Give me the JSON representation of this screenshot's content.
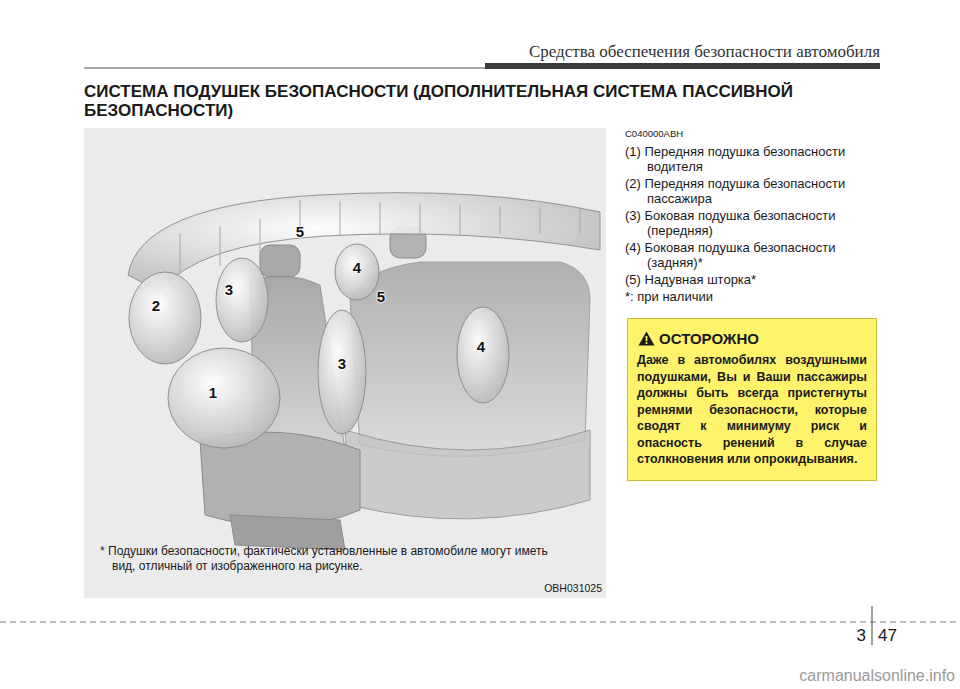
{
  "diagram": {
    "title": "СИСТЕМА ПОДУШЕК БЕЗОПАСНОСТИ (ДОПОЛНИТЕЛЬНАЯ СИСТЕМА ПАССИВНОЙ БЕЗОПАСНОСТИ)",
    "nodes": [
      {
        "text": [
          "* Подушки безопасности, фактически установленные в автомобиле могут иметь вид, отличный от изображенного на рисунке.",
          "OBH031025"
        ]
      },
      {
        "text": [
          "ОСТОРОЖНО",
          "Даже в автомобилях воздушными подушками, Вы и Ваши пассажиры должны быть всегда пристегнуты ремнями безопасности, которые сводят к минимуму риск и опасность ренений в случае столкновения или опрокидывания."
        ]
      }
    ],
    "labels": [
      "Средства обеспечения безопасности автомобиля",
      "C040000ABH",
      "(1) Передняя подушка безопасности водителя",
      "(2) Передняя подушка безопасности пассажира",
      "(3) Боковая подушка безопасности (передняя)",
      "(4) Боковая подушка безопасности (задняя)*",
      "(5) Надувная шторка*",
      "*: при наличии",
      "5",
      "4",
      "3",
      "5",
      "2",
      "3",
      "4",
      "1",
      "3",
      "47",
      "carmanualsonline.info"
    ]
  }
}
